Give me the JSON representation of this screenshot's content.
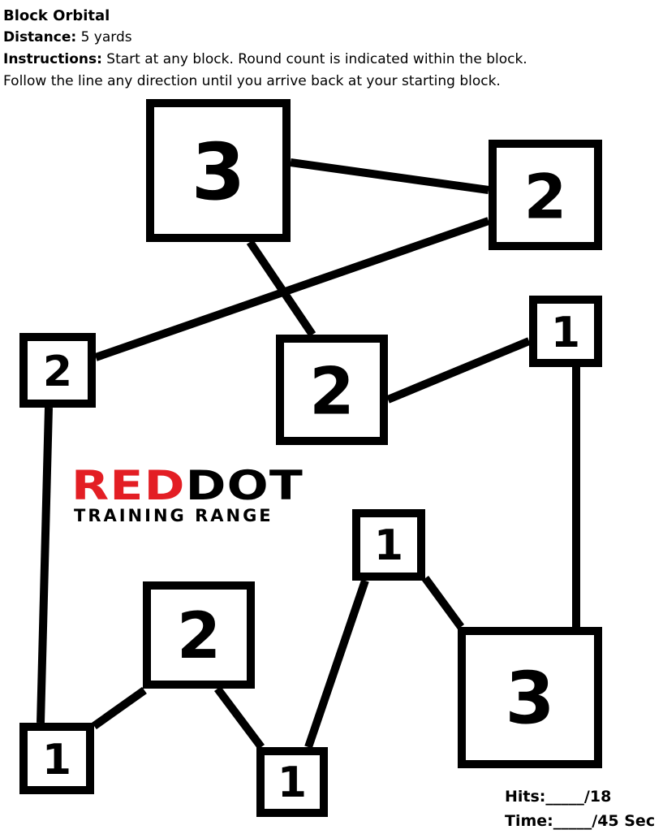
{
  "header": {
    "title": "Block Orbital",
    "distance_label": "Distance:",
    "distance_value": "5 yards",
    "instructions_label": "Instructions:",
    "instructions_line1": "Start at any block. Round count is indicated within the block.",
    "instructions_line2": "Follow the line any direction until you arrive back at your starting block."
  },
  "blocks": [
    "3",
    "2",
    "2",
    "2",
    "1",
    "1",
    "2",
    "3",
    "1",
    "1"
  ],
  "logo": {
    "red_part": "RED",
    "black_part": "DOT",
    "subtitle": "TRAINING RANGE",
    "brand_color": "#e31e24"
  },
  "score": {
    "hits_label": "Hits:_____/18",
    "time_label": "Time:_____/45 Sec"
  }
}
